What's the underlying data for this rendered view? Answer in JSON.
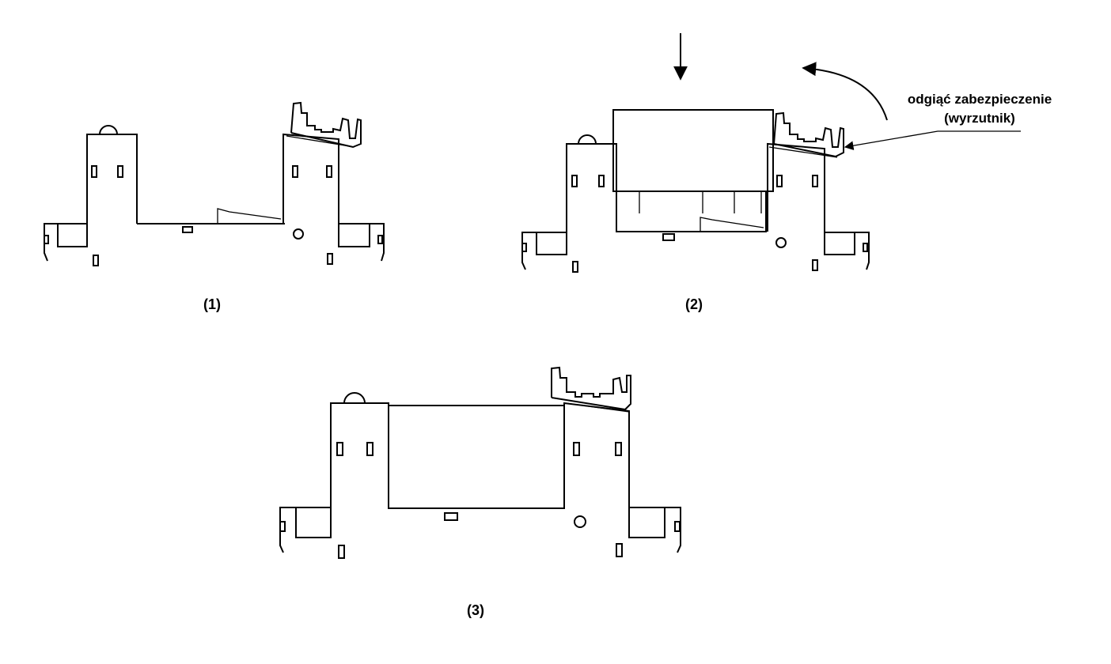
{
  "figures": {
    "fig1": {
      "label": "(1)"
    },
    "fig2": {
      "label": "(2)"
    },
    "fig3": {
      "label": "(3)"
    }
  },
  "annotation": {
    "line1": "odgiąć zabezpieczenie",
    "line2": "(wyrzutnik)"
  }
}
